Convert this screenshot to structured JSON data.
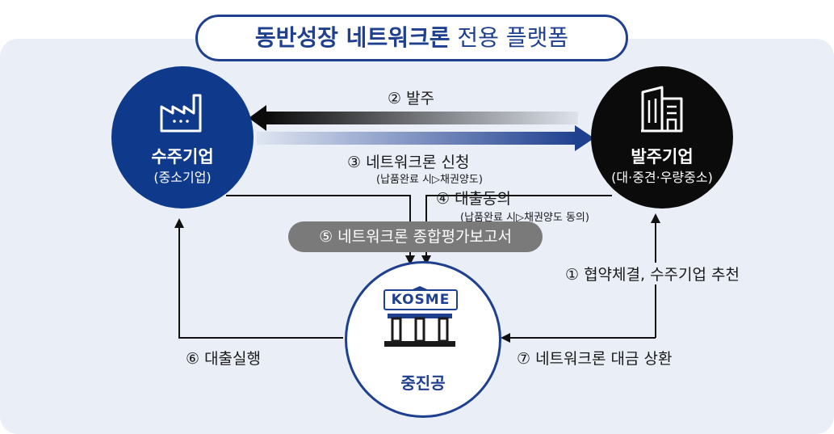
{
  "title": {
    "strong": "동반성장 네트워크론",
    "rest": "전용 플랫폼"
  },
  "nodes": {
    "supplier": {
      "name": "수주기업",
      "sub": "(중소기업)"
    },
    "client": {
      "name": "발주기업",
      "sub": "(대·중견·우량중소)"
    },
    "kosme": {
      "logo": "KOSME",
      "name": "중진공"
    }
  },
  "steps": {
    "s1": "① 협약체결, 수주기업 추천",
    "s2": "② 발주",
    "s3": "③ 네트워크론 신청",
    "s3_note": "(납품완료 시▷채권양도)",
    "s4": "④ 대출동의",
    "s4_note": "(납품완료 시▷채권양도 동의)",
    "s5": "⑤ 네트워크론 종합평가보고서",
    "s6": "⑥ 대출실행",
    "s7": "⑦ 네트워크론 대금 상환"
  },
  "colors": {
    "navy": "#1f3f8f",
    "supplier_fill": "#0f3a8c",
    "client_fill": "#0b0b0b",
    "panel": "#e9eef7",
    "report_pill": "#7a7a7a"
  },
  "icons": {
    "supplier": "factory-icon",
    "client": "building-icon",
    "kosme": "bank-columns-icon"
  }
}
